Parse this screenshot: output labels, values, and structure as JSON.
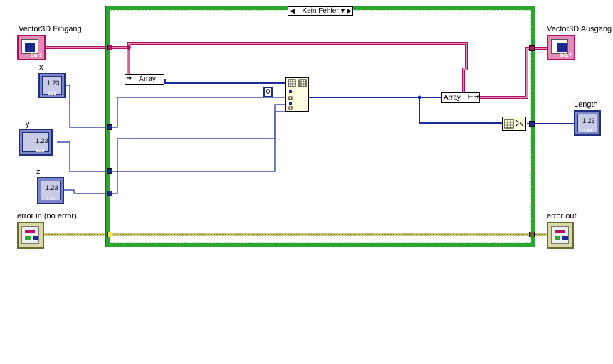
{
  "case_selector": {
    "value": "Kein Fehler",
    "left_arrow": "◀",
    "right_arrow": "▶",
    "dropdown": "▼"
  },
  "terminals": {
    "vector_in": {
      "label": "Vector3D Eingang",
      "badge": "DB:7"
    },
    "vector_out": {
      "label": "Vector3D Ausgang",
      "badge": "DB:7"
    },
    "x": {
      "label": "x",
      "value": "1.23",
      "type": "132"
    },
    "y": {
      "label": "y",
      "value": "1.23",
      "type": "132"
    },
    "z": {
      "label": "z",
      "value": "1.23",
      "type": "132"
    },
    "length": {
      "label": "Length",
      "value": "1.23",
      "type": "132"
    },
    "error_in": {
      "label": "error in (no error)"
    },
    "error_out": {
      "label": "error out"
    }
  },
  "nodes": {
    "unbundle_element": "Array",
    "bundle_element": "Array",
    "const_zero": "0"
  },
  "colors": {
    "cluster_wire": "#b01060",
    "numeric_wire": "#1a2a9a",
    "error_wire": "#8a8a1a",
    "case_border": "#2ea52e"
  }
}
